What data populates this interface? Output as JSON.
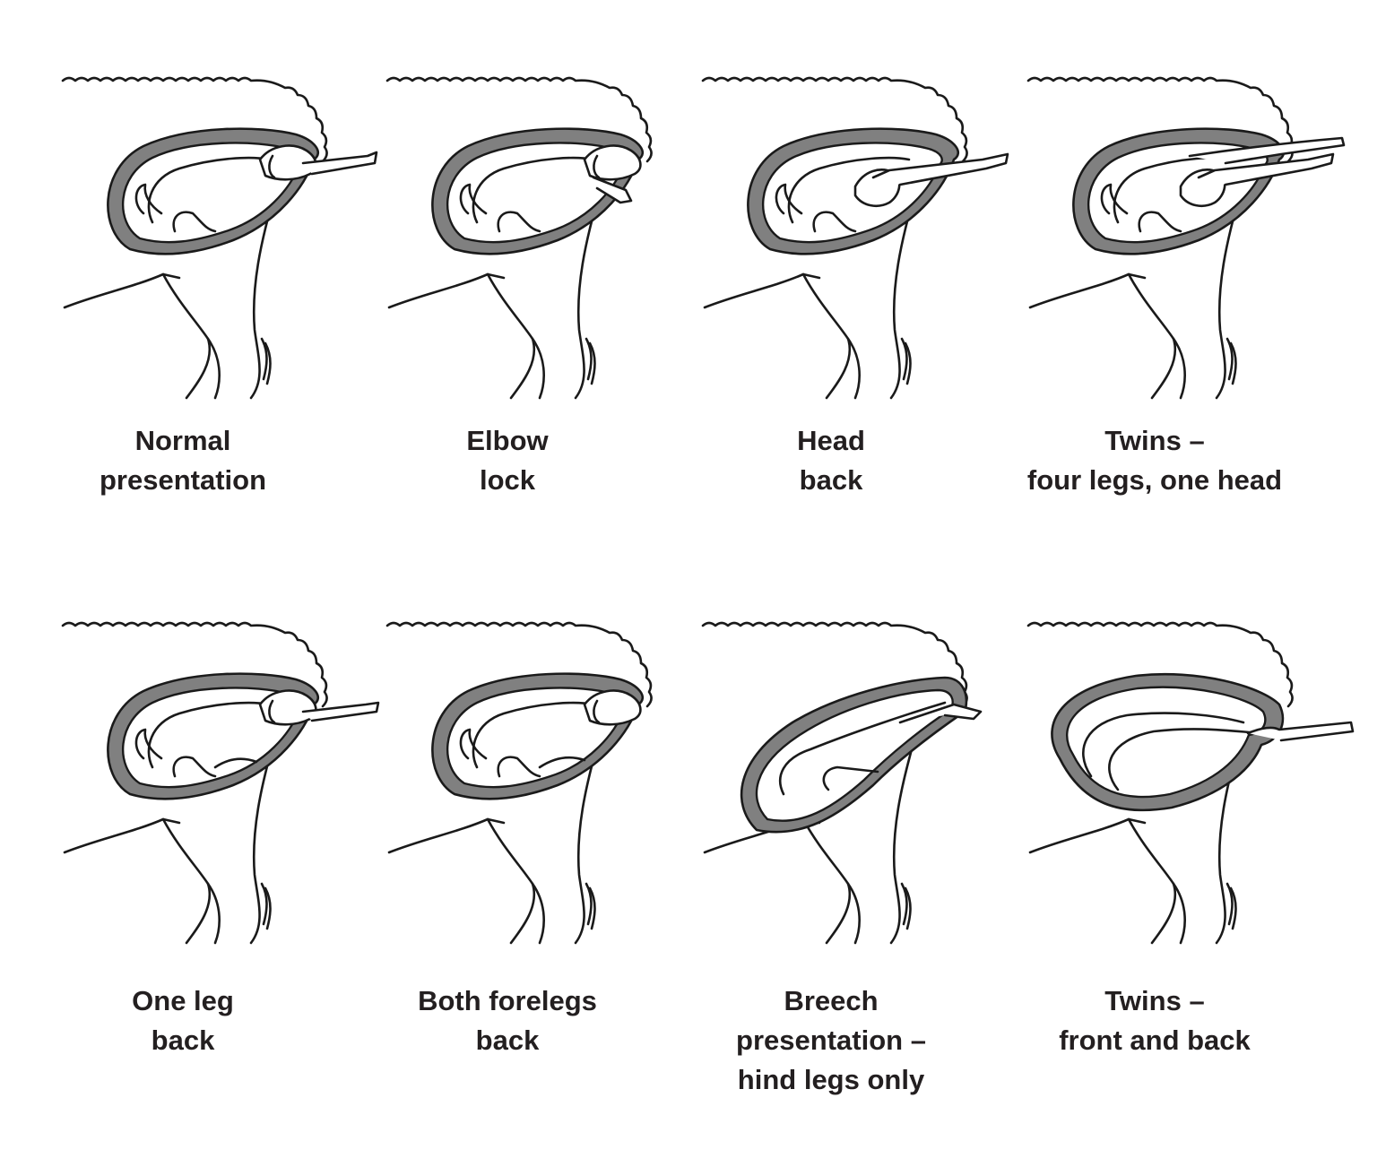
{
  "colors": {
    "line": "#1a1a1a",
    "fluid": "#808080",
    "fill": "#ffffff",
    "text": "#231f20"
  },
  "panels": [
    {
      "id": "normal-presentation",
      "variant": "normal",
      "caption": [
        "Normal",
        "presentation"
      ]
    },
    {
      "id": "elbow-lock",
      "variant": "elbow",
      "caption": [
        "Elbow",
        "lock"
      ]
    },
    {
      "id": "head-back",
      "variant": "headback",
      "caption": [
        "Head",
        "back"
      ]
    },
    {
      "id": "twins-four-legs-one-head",
      "variant": "twins4",
      "caption": [
        "Twins –",
        "four legs, one head"
      ]
    },
    {
      "id": "one-leg-back",
      "variant": "oneleg",
      "caption": [
        "One leg",
        "back"
      ]
    },
    {
      "id": "both-forelegs-back",
      "variant": "bothlegs",
      "caption": [
        "Both forelegs",
        "back"
      ]
    },
    {
      "id": "breech-presentation",
      "variant": "breech",
      "caption": [
        "Breech",
        "presentation –",
        "hind legs only"
      ]
    },
    {
      "id": "twins-front-and-back",
      "variant": "twinsfb",
      "caption": [
        "Twins –",
        "front and back"
      ]
    }
  ]
}
